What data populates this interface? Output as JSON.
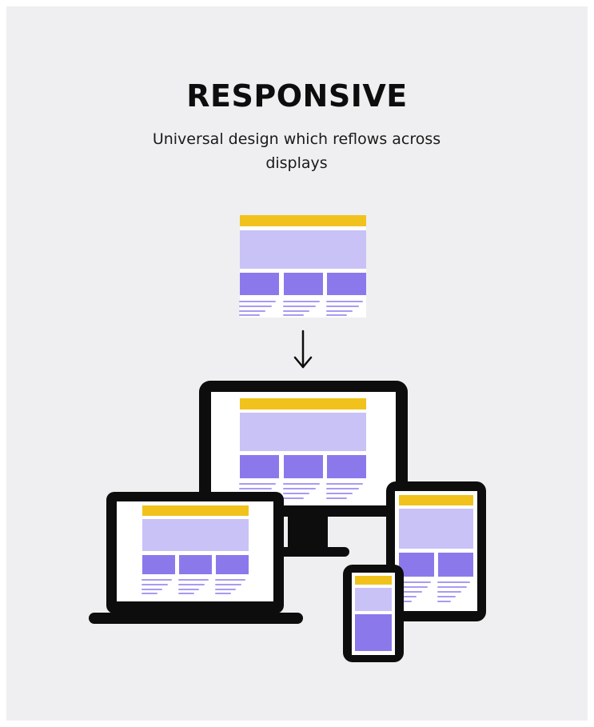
{
  "header": {
    "title": "RESPONSIVE",
    "subtitle": "Universal design which reflows across displays"
  },
  "colors": {
    "background": "#efeff1",
    "frame": "#0d0d0d",
    "screen": "#ffffff",
    "header_bar": "#f1c21b",
    "hero_block": "#c8c2f7",
    "card_block": "#8b79ec",
    "text_line": "#a79cf2"
  },
  "diagram": {
    "source": "wireframe-layout",
    "arrow": "down-arrow",
    "devices": [
      "desktop-monitor",
      "laptop",
      "tablet",
      "phone"
    ]
  }
}
